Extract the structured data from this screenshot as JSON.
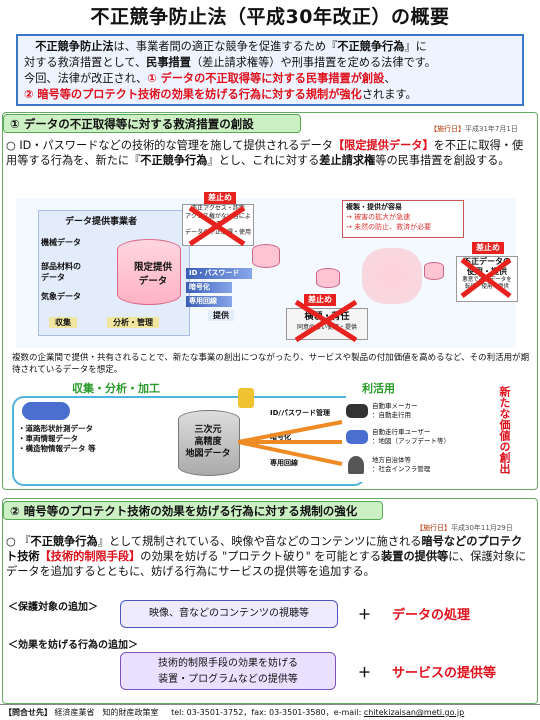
{
  "title": "不正競争防止法（平成30年改正）の概要",
  "intro": {
    "line1_bold": "不正競争防止法",
    "line1_rest": "は、事業者間の適正な競争を促進するため『",
    "line1_bold2": "不正競争行為",
    "line1_end": "』に",
    "line2_a": "対する救済措置として、",
    "line2_bold": "民事措置",
    "line2_b": "（差止請求権等）や刑事措置を定める法律です。",
    "line3_a": "今回、法律が改正され、",
    "line3_red": "① データの不正取得等に対する民事措置が創設",
    "line3_b": "、",
    "line4_red": "② 暗号等のプロテクト技術の効果を妨げる行為に対する規制が強化",
    "line4_b": "されます。"
  },
  "section1": {
    "heading": "① データの不正取得等に対する救済措置の創設",
    "date_label": "【施行日】",
    "date": "平成31年7月1日",
    "para_a": "○ ID・パスワードなどの技術的な管理を施して提供されるデータ",
    "para_red": "【限定提供データ】",
    "para_b": "を不正に取得・使用等する行為を、新たに『",
    "para_bold": "不正競争行為",
    "para_c": "』とし、これに対する",
    "para_bold2": "差止請求権",
    "para_d": "等の民事措置を創設する。",
    "diagram": {
      "provider_title": "データ提供事業者",
      "sources": [
        "機械データ",
        "部品材料の\nデータ",
        "気象データ"
      ],
      "collect": "収集",
      "analyze": "分析・管理",
      "provide": "提供",
      "limited_data": "限定提供\nデータ",
      "protections": [
        "ID・パスワード",
        "暗号化",
        "専用回線"
      ],
      "stop1": "差止め",
      "fraud_box": "不正アクセス・詐欺\nアクセス権がない者による\nデータの不正取得・使用",
      "spread_title": "複製・提供が容易",
      "spread_1": "→ 被害の拡大が急速",
      "spread_2": "→ 未然の防止、救済が必要",
      "stop2": "差止め",
      "embezzle": "横領・背任",
      "embezzle_sub": "同意のない使用・提供",
      "stop3": "差止め",
      "resale": "不正データの\n使用・提供",
      "resale_sub": "悪意で不正データを\n転得・使用・提供"
    },
    "note": "複数の企業間で提供・共有されることで、新たな事業の創出につながったり、サービスや製品の付加価値を高めるなど、その利活用が期待されているデータを想定。",
    "flow": {
      "left_title": "収集・分析・加工",
      "right_title": "利活用",
      "sources": [
        "・道路形状計測データ",
        "・車両情報データ",
        "・構造物情報データ 等"
      ],
      "center": "三次元\n高精度\n地図データ",
      "protections": [
        "ID/パスワード管理",
        "暗号化",
        "専用回線"
      ],
      "users": [
        {
          "name": "自動車メーカー",
          "use": "：自動走行用"
        },
        {
          "name": "自動走行車ユーザー",
          "use": "：地図（アップデート等）"
        },
        {
          "name": "地方自治体等",
          "use": "：社会インフラ管理"
        }
      ],
      "vertical_text": "新たな価値の創出"
    }
  },
  "section2": {
    "heading": "② 暗号等のプロテクト技術の効果を妨げる行為に対する規制の強化",
    "date_label": "【施行日】",
    "date": "平成30年11月29日",
    "para_a": "○ 『",
    "para_bold": "不正競争行為",
    "para_b": "』として規制されている、映像や音などのコンテンツに施される",
    "para_bold2": "暗号などのプロテクト技術",
    "para_red": "【技術的制限手段】",
    "para_c": "の効果を妨げる \"プロテクト破り\" を可能とする",
    "para_bold3": "装置の提供等",
    "para_d": "に、保護対象にデータを追加するとともに、妨げる行為にサービスの提供等を追加する。",
    "add_target_label": "＜保護対象の追加＞",
    "add_target_box": "映像、音などのコンテンツの視聴等",
    "add_target_plus": "データの処理",
    "add_act_label": "＜効果を妨げる行為の追加＞",
    "add_act_box_1": "技術的制限手段の効果を妨げる",
    "add_act_box_2": "装置・プログラムなどの提供等",
    "add_act_plus": "サービスの提供等",
    "plus": "＋"
  },
  "footer": {
    "label": "【問合せ先】",
    "org": "経済産業省　知的財産政策室",
    "tel": "tel: 03-3501-3752，fax: 03-3501-3580，e-mail: ",
    "email": "chitekizaisan@meti.go.jp"
  },
  "colors": {
    "accent_red": "#e0101c",
    "blue_border": "#3c78c8",
    "green_border": "#55aa55"
  }
}
